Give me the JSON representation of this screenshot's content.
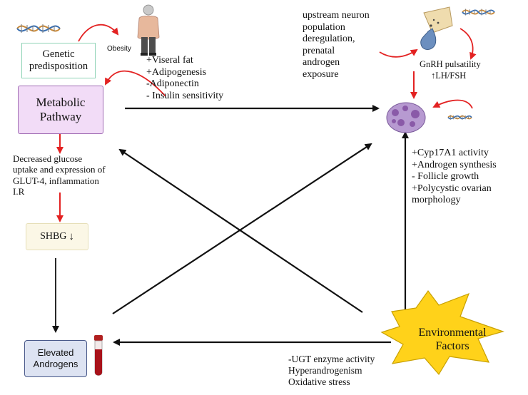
{
  "nodes": {
    "genetic": "Genetic predisposition",
    "obesity": "Obesity",
    "metabolic": "Metabolic Pathway",
    "shbg": "SHBG",
    "shbg_arrow": "↓",
    "elevated": "Elevated Androgens",
    "environmental": "Environmental Factors",
    "gnrh_line1": "GnRH pulsatility",
    "gnrh_line2": "↑LH/FSH"
  },
  "obesity_effects": [
    "+Viseral fat",
    "+Adipogenesis",
    "-Adiponectin",
    "- Insulin sensitivity"
  ],
  "upstream": [
    "upstream neuron",
    "population",
    "deregulation,",
    "prenatal",
    "androgen",
    "exposure"
  ],
  "glucose": [
    "Decreased glucose",
    "uptake and expression of",
    "GLUT-4, inflammation",
    "I.R"
  ],
  "ovary_effects": [
    "+Cyp17A1 activity",
    "+Androgen synthesis",
    "- Follicle growth",
    "+Polycystic ovarian",
    "morphology"
  ],
  "env_effects": [
    "-UGT enzyme activity",
    "Hyperandrogenism",
    "Oxidative stress"
  ],
  "colors": {
    "genetic_border": "#8fd3b6",
    "metabolic_fill": "#f2dcf7",
    "metabolic_border": "#a06bb4",
    "shbg_fill": "#fbf7e6",
    "elevated_fill": "#dde3f2",
    "elevated_border": "#4a5a8a",
    "star_fill": "#ffd21a",
    "red_arrow": "#e32222",
    "black_arrow": "#111111"
  },
  "icons": [
    "dna-icon",
    "person-icon",
    "hypothalamus-icon",
    "ovary-icon",
    "blood-tube-icon"
  ]
}
